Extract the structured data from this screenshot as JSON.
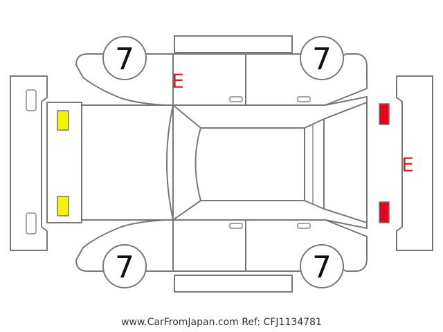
{
  "diagram": {
    "wheel_labels": {
      "front_left": "7",
      "rear_left": "7",
      "front_right": "7",
      "rear_right": "7"
    },
    "damage_marks": {
      "left_side": "E",
      "rear": "E"
    },
    "colors": {
      "outline": "#777777",
      "front_lights": "#f4f400",
      "rear_lights": "#e8001c",
      "mark": "#d42020"
    }
  },
  "footer": {
    "website": "www.CarFromJapan.com",
    "ref": "Ref: CFJ1134781"
  }
}
